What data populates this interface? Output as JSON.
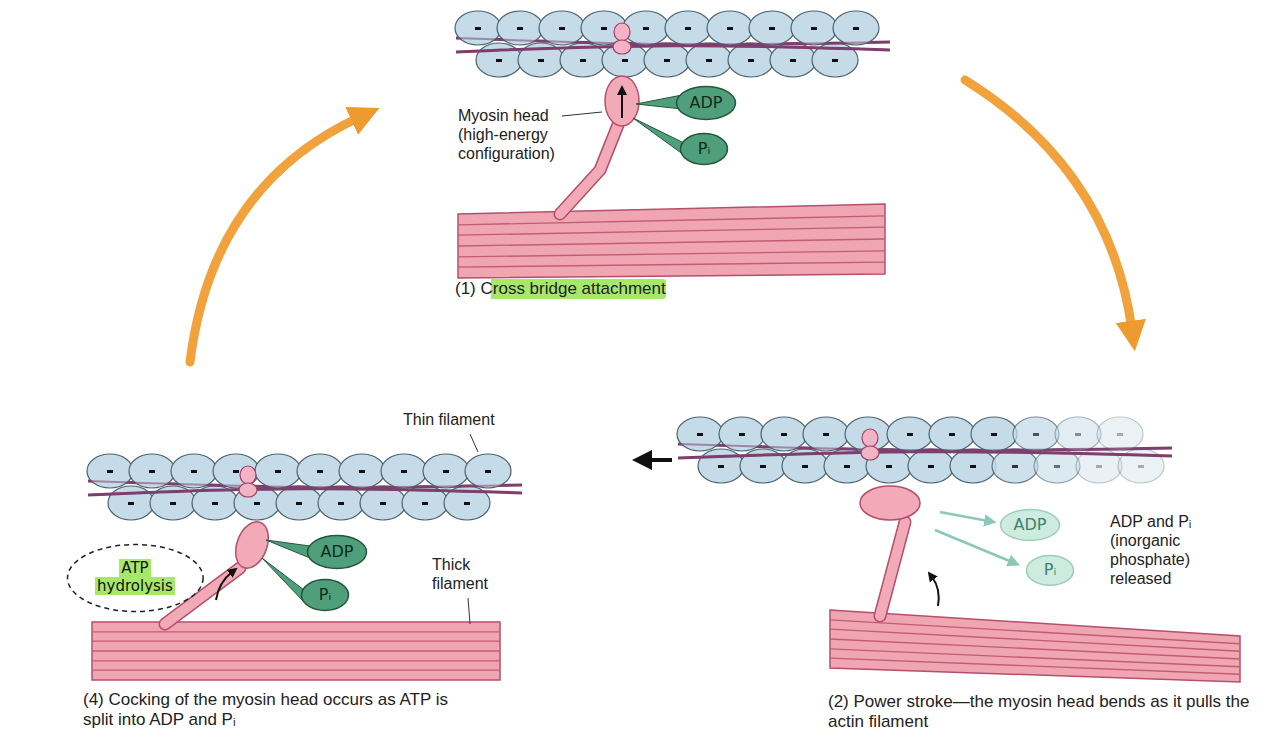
{
  "diagram": {
    "nodes": [
      {
        "text": [
          "ADP"
        ]
      },
      {
        "text": [
          "Pᵢ"
        ]
      },
      {
        "text": [
          "ATP hydrolysis"
        ]
      },
      {
        "text": [
          "ADP"
        ]
      },
      {
        "text": [
          "Pᵢ"
        ]
      },
      {
        "text": [
          "ADP"
        ]
      },
      {
        "text": [
          "Pᵢ"
        ]
      }
    ],
    "labels": [
      "Myosin head (high-energy configuration)",
      "(1) Cross bridge attachment",
      "Thin filament",
      "Thick filament",
      "ADP and Pᵢ (inorganic phosphate) released",
      "(4) Cocking of the myosin head occurs as ATP is split into ADP and Pᵢ",
      "(2) Power stroke—the myosin head bends as it pulls the actin filament"
    ]
  }
}
